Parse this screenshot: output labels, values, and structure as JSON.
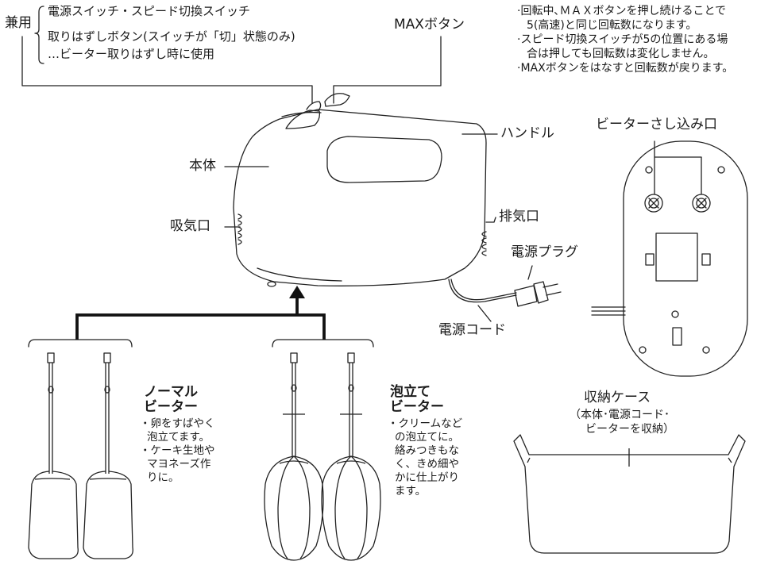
{
  "switch_group": {
    "bracket_label": "兼用",
    "item1": "電源スイッチ・スピード切換スイッチ",
    "item2": "取りはずしボタン(スイッチが「切」状態のみ)",
    "item3": "…ビーター取りはずし時に使用"
  },
  "max_button": {
    "label": "MAXボタン"
  },
  "max_notes": [
    "·回転中､ＭＡＸボタンを押し続けることで",
    "5(高速)と同じ回転数になります。",
    "·スピード切換スイッチが5の位置にある場",
    "合は押しても回転数は変化しません。",
    "·MAXボタンをはなすと回転数が戻ります。"
  ],
  "labels": {
    "handle": "ハンドル",
    "body": "本体",
    "intake": "吸気口",
    "exhaust": "排気口",
    "plug": "電源プラグ",
    "cord": "電源コード",
    "beater_slot": "ビーターさし込み口"
  },
  "normal_beater": {
    "title1": "ノーマル",
    "title2": "ビーター",
    "desc": [
      "・卵をすばやく",
      "泡立てます。",
      "・ケーキ生地や",
      "マヨネーズ作",
      "りに。"
    ]
  },
  "whisk_beater": {
    "title1": "泡立て",
    "title2": "ビーター",
    "desc": [
      "・クリームなど",
      "の泡立てに。",
      "絡みつきもな",
      "く、きめ細や",
      "かに仕上がり",
      "ます。"
    ]
  },
  "storage_case": {
    "title": "収納ケース",
    "sub1": "（本体･電源コード･",
    "sub2": "ビーターを収納）"
  }
}
